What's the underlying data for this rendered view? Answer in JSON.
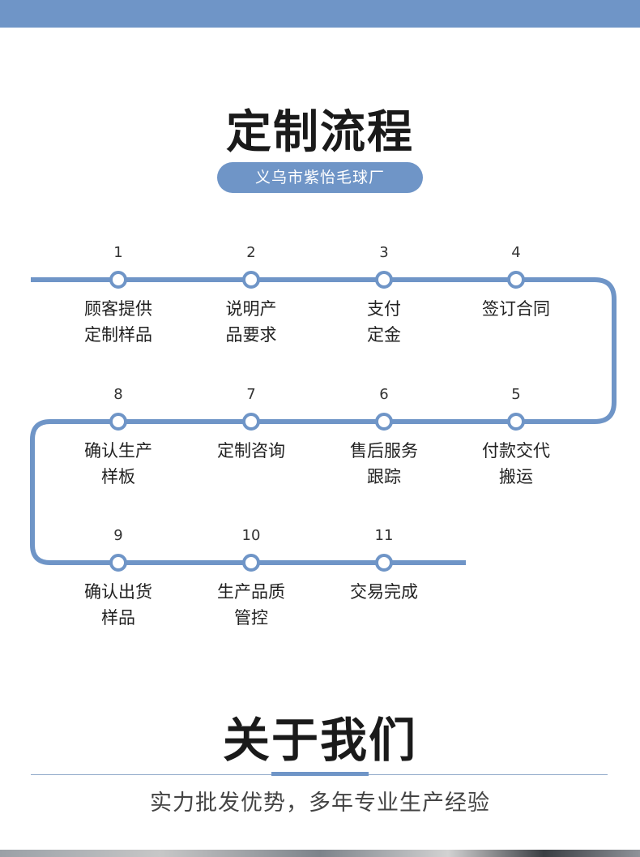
{
  "header": {
    "title": "定制流程",
    "company": "义乌市紫怡毛球厂"
  },
  "process": {
    "steps": [
      {
        "number": "1",
        "label": "顾客提供\n定制样品"
      },
      {
        "number": "2",
        "label": "说明产\n品要求"
      },
      {
        "number": "3",
        "label": "支付\n定金"
      },
      {
        "number": "4",
        "label": "签订合同"
      },
      {
        "number": "5",
        "label": "付款交代\n搬运"
      },
      {
        "number": "6",
        "label": "售后服务\n跟踪"
      },
      {
        "number": "7",
        "label": "定制咨询"
      },
      {
        "number": "8",
        "label": "确认生产\n样板"
      },
      {
        "number": "9",
        "label": "确认出货\n样品"
      },
      {
        "number": "10",
        "label": "生产品质\n管控"
      },
      {
        "number": "11",
        "label": "交易完成"
      }
    ]
  },
  "about": {
    "title": "关于我们",
    "subtitle": "实力批发优势，多年专业生产经验"
  },
  "colors": {
    "accent": "#6f95c7",
    "text": "#222222"
  }
}
